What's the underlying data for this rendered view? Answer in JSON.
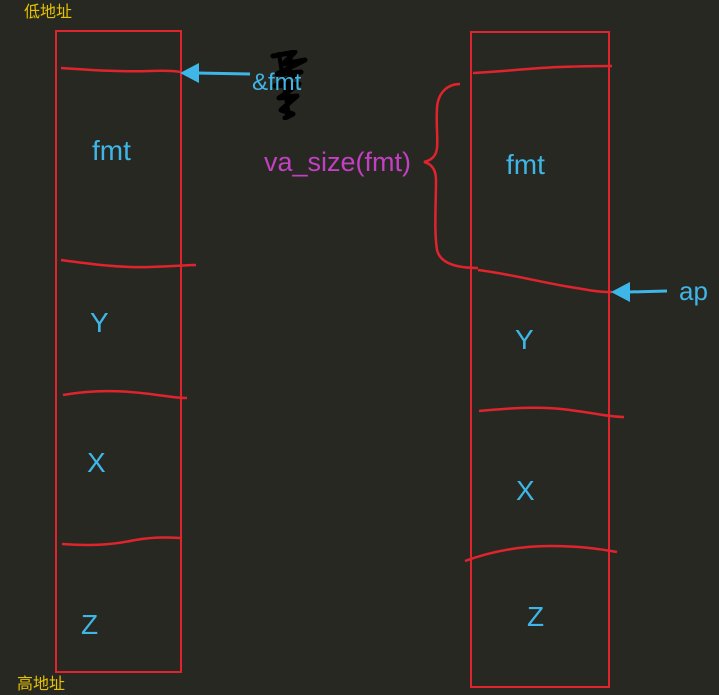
{
  "labels": {
    "low_address": "低地址",
    "high_address": "高地址",
    "amp_fmt": "&fmt",
    "va_size": "va_size(fmt)",
    "ap": "ap"
  },
  "left_stack": {
    "cells": [
      "fmt",
      "Y",
      "X",
      "Z"
    ]
  },
  "right_stack": {
    "cells": [
      "fmt",
      "Y",
      "X",
      "Z"
    ]
  },
  "colors": {
    "background": "#272822",
    "box": "#e0242e",
    "arrow": "#3fb6e8",
    "address_label": "#e6c200",
    "va_size": "#c33fc3"
  }
}
